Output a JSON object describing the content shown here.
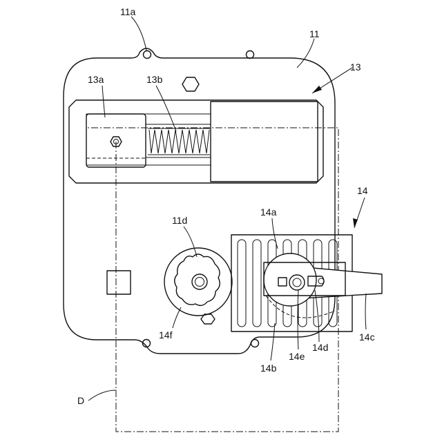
{
  "labels": {
    "l11a": "11a",
    "l11": "11",
    "l13": "13",
    "l13a": "13a",
    "l13b": "13b",
    "l14": "14",
    "l14a": "14a",
    "l11d": "11d",
    "l14f": "14f",
    "l14e": "14e",
    "l14d": "14d",
    "l14b": "14b",
    "l14c": "14c",
    "lD": "D"
  }
}
